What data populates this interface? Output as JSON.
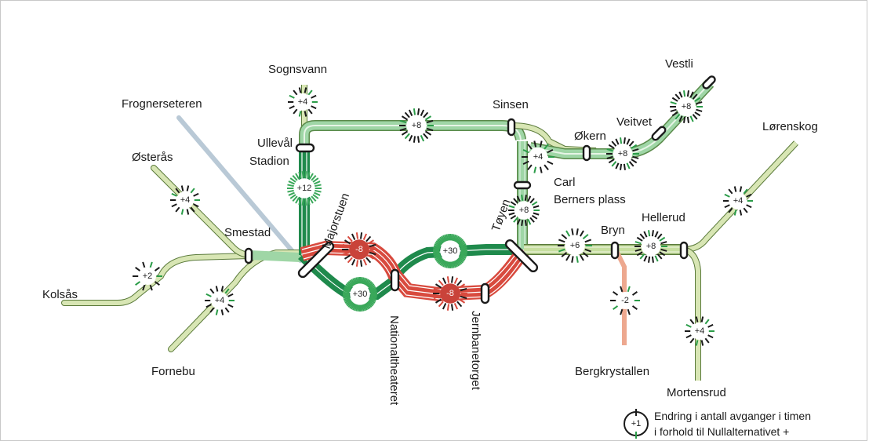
{
  "stations": {
    "kolsas": "Kolsås",
    "fornebu": "Fornebu",
    "osteras": "Østerås",
    "frognerseteren": "Frognerseteren",
    "smestad": "Smestad",
    "sognsvann": "Sognsvann",
    "ulleval_1": "Ullevål",
    "ulleval_2": "Stadion",
    "majorstuen": "Majorstuen",
    "nationaltheateret": "Nationaltheateret",
    "jernbanetorget": "Jernbanetorget",
    "toyen": "Tøyen",
    "sinsen": "Sinsen",
    "okern": "Økern",
    "veitvet": "Veitvet",
    "vestli": "Vestli",
    "carl_1": "Carl",
    "carl_2": "Berners plass",
    "bryn": "Bryn",
    "hellerud": "Hellerud",
    "lorenskog": "Lørenskog",
    "bergkrystallen": "Bergkrystallen",
    "mortensrud": "Mortensrud"
  },
  "changes": {
    "kolsas": "+2",
    "fornebu": "+4",
    "osteras": "+4",
    "sognsvann": "+4",
    "ulleval": "+12",
    "ring_north": "+8",
    "majorstuen_west": "-8",
    "majorstuen_ring": "+30",
    "toyen_ring": "+30",
    "jernbanetorget_west": "-8",
    "okern": "+4",
    "carl_berner": "+8",
    "veitvet": "+8",
    "vestli": "+8",
    "bryn": "+6",
    "hellerud": "+8",
    "bergkrystallen": "-2",
    "lorenskog": "+4",
    "mortensrud": "+4"
  },
  "legend": {
    "symbol": "+1",
    "line1": "Endring i antall avganger i timen",
    "line2": "i forhold til Nullalternativet +"
  },
  "colors": {
    "increase": "#2a9c48",
    "decrease": "#d84a3e",
    "ring_dark": "#1f8a4c",
    "pale": "#d8e6b4",
    "light_green": "#9fd6a6",
    "blue_grey": "#b9c9d6",
    "salmon": "#eda88f"
  }
}
